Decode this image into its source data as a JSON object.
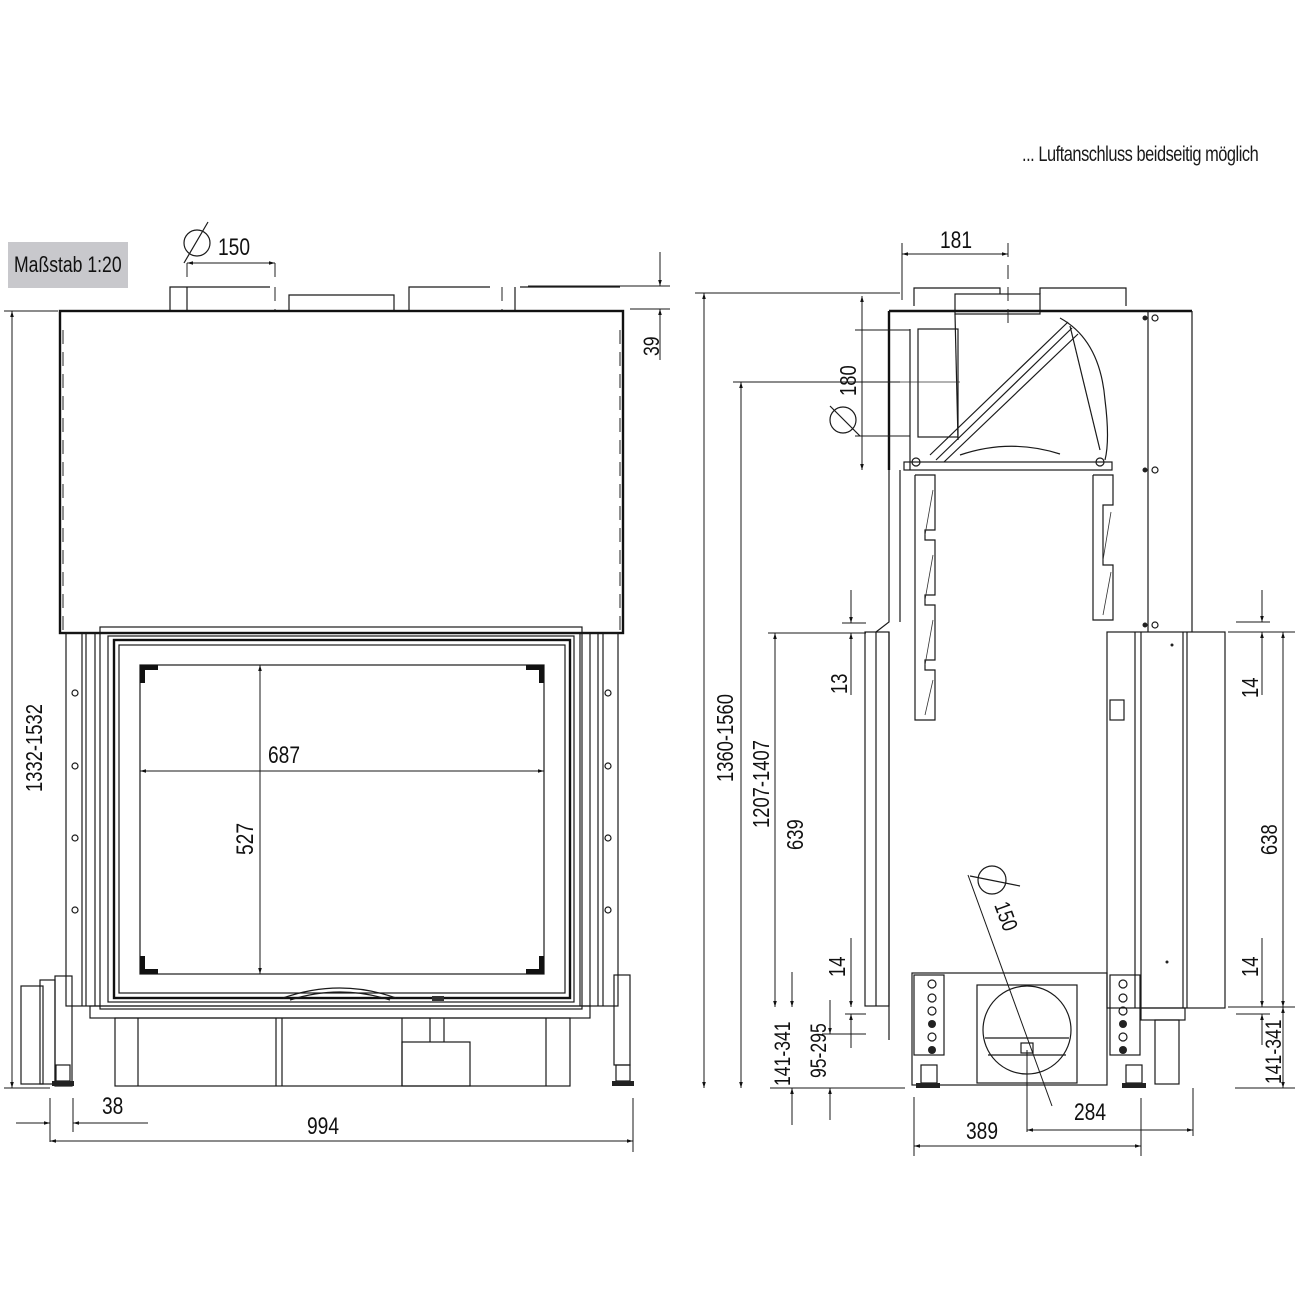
{
  "header": {
    "note": "... Luftanschluss beidseitig möglich",
    "scale_label": "Maßstab 1:20"
  },
  "colors": {
    "line": "#1a1a1a",
    "scale_box": "#c8c8cc",
    "background": "#ffffff"
  },
  "front_view": {
    "flue_diameter": "150",
    "top_collar_height": "39",
    "total_height": "1332-1532",
    "glass_width": "687",
    "glass_height": "527",
    "foot_offset": "38",
    "total_width": "994"
  },
  "side_view": {
    "flue_width": "181",
    "flue_height": "180",
    "total_height": "1360-1560",
    "door_top_height": "1207-1407",
    "door_opening_left": "639",
    "door_gap_top": "13",
    "door_gap_bottom_left": "14",
    "base_height_left": "141-341",
    "base_height_inner": "95-295",
    "door_opening_right": "638",
    "door_gap_top_right": "14",
    "door_gap_bottom_right": "14",
    "base_height_right": "141-341",
    "air_inlet_diameter": "150",
    "depth_total": "389",
    "air_inlet_offset": "284"
  }
}
